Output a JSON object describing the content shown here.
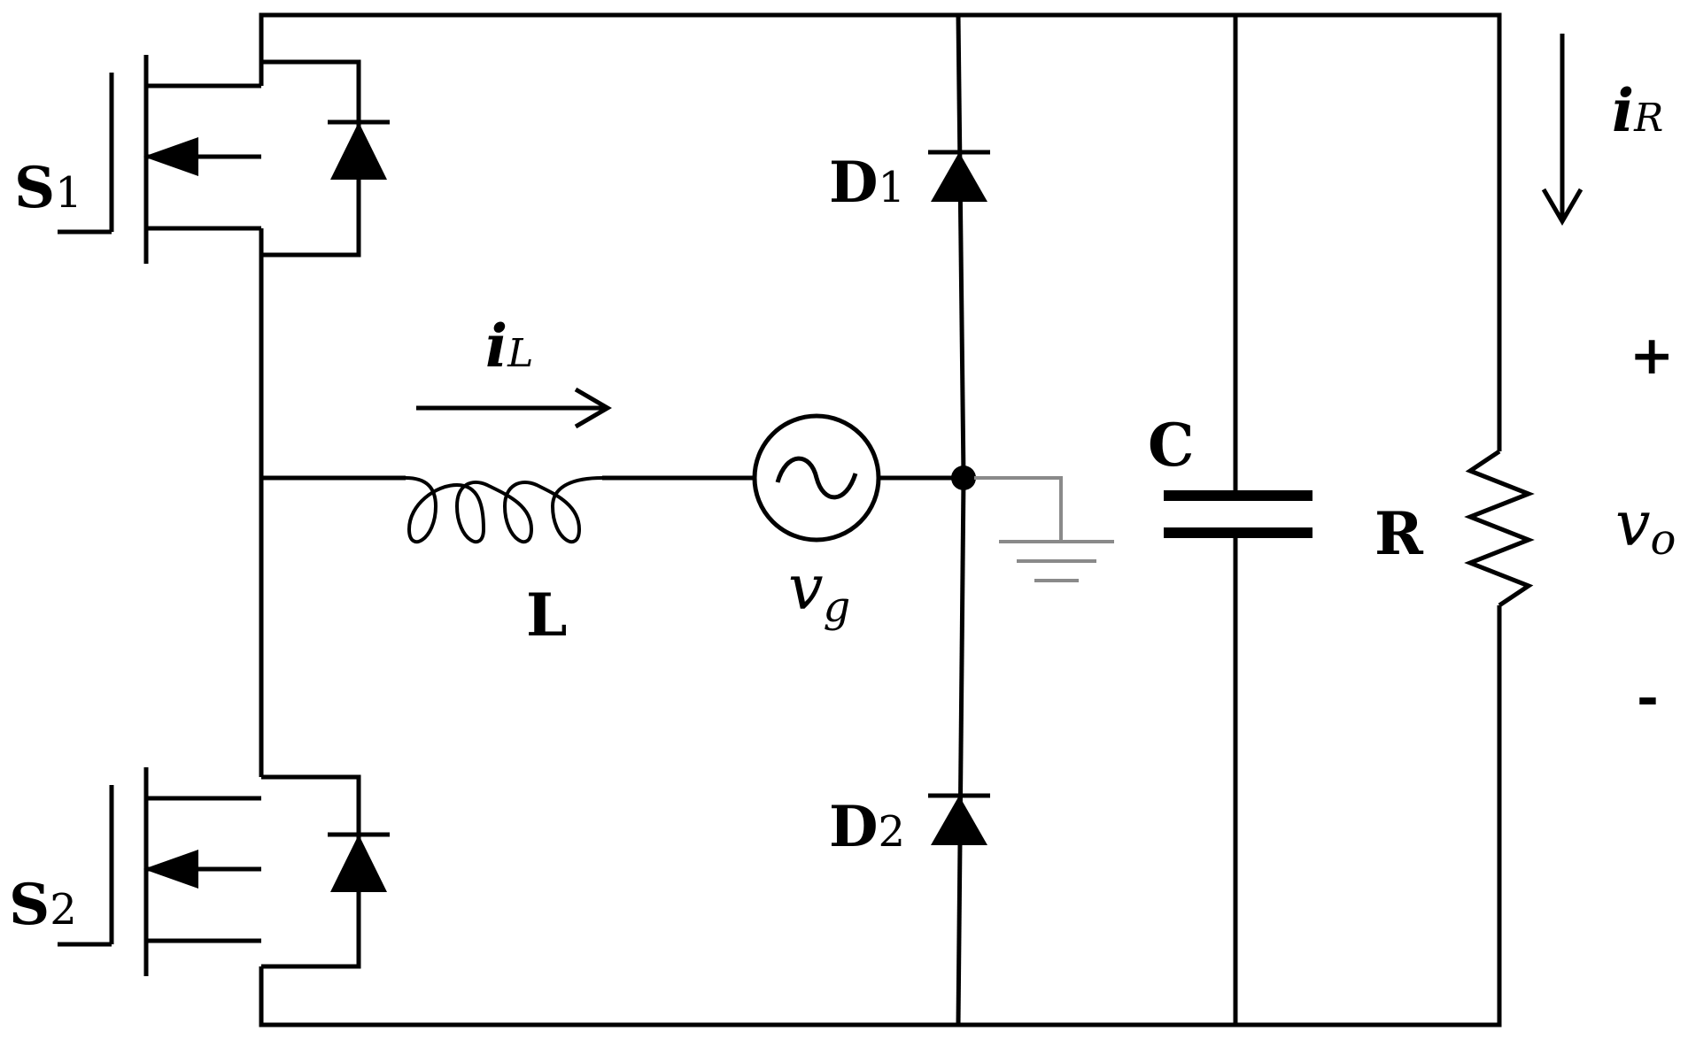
{
  "diagram": {
    "labels": {
      "s1": {
        "main": "S",
        "sub": "1"
      },
      "s2": {
        "main": "S",
        "sub": "2"
      },
      "d1": {
        "main": "D",
        "sub": "1"
      },
      "d2": {
        "main": "D",
        "sub": "2"
      },
      "il": {
        "main": "i",
        "sub": "L"
      },
      "ir": {
        "main": "i",
        "sub": "R"
      },
      "vg": {
        "main": "v",
        "sub": "g"
      },
      "vo": {
        "main": "v",
        "sub": "o"
      },
      "inductor": "L",
      "capacitor": "C",
      "resistor": "R",
      "plus": "+",
      "minus": "-"
    },
    "colors": {
      "wire": "#000000",
      "ground": "#8a8a8a"
    }
  }
}
